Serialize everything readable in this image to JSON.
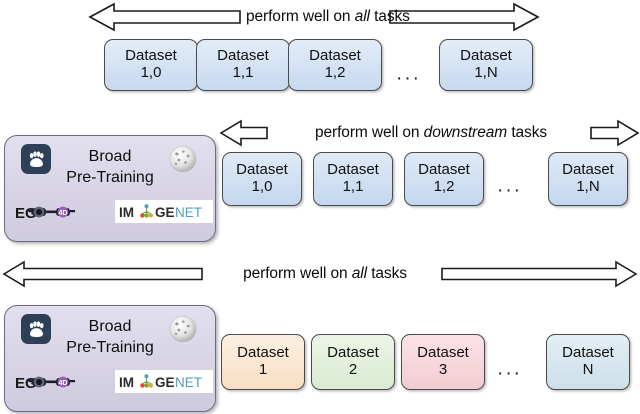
{
  "figure": {
    "title": "Broad pre-training and downstream dataset diagram",
    "colors": {
      "dataset_blue": "#ccddf0",
      "dataset_blue_top": "#dce8f7",
      "pretrain_purple": "#d6d2e4",
      "pretrain_purple_top": "#e0ddec",
      "dataset_orange": "#fbe7d2",
      "dataset_green": "#e2efdc",
      "dataset_pink": "#f7d7dc",
      "dataset_bluegrey": "#d6e5ec",
      "outline": "#4a4a4a",
      "text": "#101010"
    },
    "ellipsis": "···"
  },
  "row1": {
    "arrow": {
      "label_prefix": "perform well on ",
      "label_emphasis": "all",
      "label_suffix": " tasks",
      "direction": "bidirectional"
    },
    "datasets": [
      {
        "line1": "Dataset",
        "line2": "1,0"
      },
      {
        "line1": "Dataset",
        "line2": "1,1"
      },
      {
        "line1": "Dataset",
        "line2": "1,2"
      },
      {
        "line1": "Dataset",
        "line2": "1,N"
      }
    ]
  },
  "row2": {
    "pretrain": {
      "line1": "Broad",
      "line2": "Pre-Training",
      "logos": [
        {
          "name": "paw-logo",
          "label": "paw"
        },
        {
          "name": "wikipedia-globe-logo",
          "label": "Wikipedia"
        },
        {
          "name": "ego4d-logo",
          "label": "EGO4D",
          "text_prefix": "EGO",
          "text_suffix": "4D"
        },
        {
          "name": "imagenet-logo",
          "label": "IMAGENET",
          "part1": "IM",
          "part2": "GE",
          "part3": "NET"
        }
      ]
    },
    "arrow": {
      "label_prefix": "perform well on ",
      "label_emphasis": "downstream",
      "label_suffix": " tasks",
      "direction": "bidirectional"
    },
    "datasets": [
      {
        "line1": "Dataset",
        "line2": "1,0"
      },
      {
        "line1": "Dataset",
        "line2": "1,1"
      },
      {
        "line1": "Dataset",
        "line2": "1,2"
      },
      {
        "line1": "Dataset",
        "line2": "1,N"
      }
    ]
  },
  "row3": {
    "arrow": {
      "label_prefix": "perform well on ",
      "label_emphasis": "all",
      "label_suffix": " tasks",
      "direction": "bidirectional"
    },
    "pretrain": {
      "line1": "Broad",
      "line2": "Pre-Training",
      "logos": [
        {
          "name": "paw-logo",
          "label": "paw"
        },
        {
          "name": "wikipedia-globe-logo",
          "label": "Wikipedia"
        },
        {
          "name": "ego4d-logo",
          "label": "EGO4D",
          "text_prefix": "EGO",
          "text_suffix": "4D"
        },
        {
          "name": "imagenet-logo",
          "label": "IMAGENET",
          "part1": "IM",
          "part2": "GE",
          "part3": "NET"
        }
      ]
    },
    "datasets": [
      {
        "line1": "Dataset",
        "line2": "1",
        "color": "#fbe7d2"
      },
      {
        "line1": "Dataset",
        "line2": "2",
        "color": "#e2efdc"
      },
      {
        "line1": "Dataset",
        "line2": "3",
        "color": "#f7d7dc"
      },
      {
        "line1": "Dataset",
        "line2": "N",
        "color": "#d6e5ec"
      }
    ]
  }
}
